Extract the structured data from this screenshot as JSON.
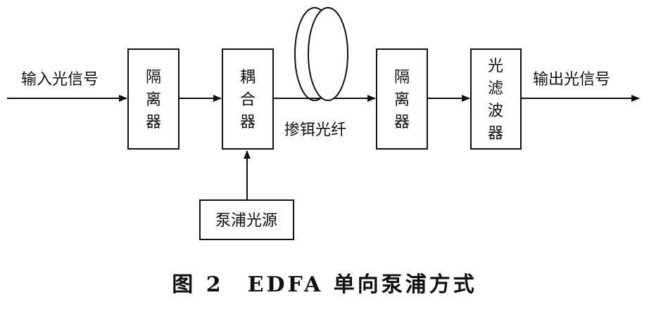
{
  "input_label": "输入光信号",
  "output_label": "输出光信号",
  "isolator1": "隔离器",
  "coupler": "耦合器",
  "fiber_label": "掺铒光纤",
  "isolator2": "隔离器",
  "filter": "光滤波器",
  "pump": "泵浦光源",
  "caption": "图 2　EDFA 单向泵浦方式"
}
